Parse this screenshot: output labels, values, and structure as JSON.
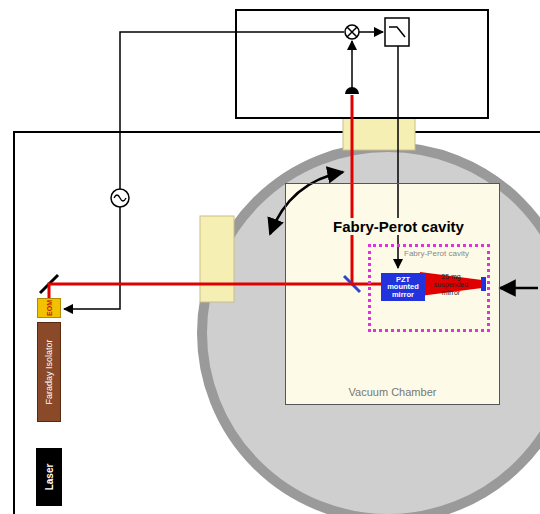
{
  "diagram": {
    "nodes": [
      {
        "text": [
          "Vacuum Chamber"
        ]
      },
      {
        "text": [
          "Fabry-Perot cavity",
          "Fabry-Perot cavity"
        ],
        "in": 0
      },
      {
        "text": [
          "PZT mounted mirror"
        ],
        "in": 1
      },
      {
        "text": [
          "EOM"
        ]
      },
      {
        "text": [
          "Faraday Isolator"
        ]
      },
      {
        "text": [
          "Laser"
        ]
      }
    ],
    "edges": [
      {
        "from": 3,
        "to": 2,
        "arrow": "none"
      }
    ],
    "labels": [
      "25 mg suspended mirror"
    ]
  }
}
